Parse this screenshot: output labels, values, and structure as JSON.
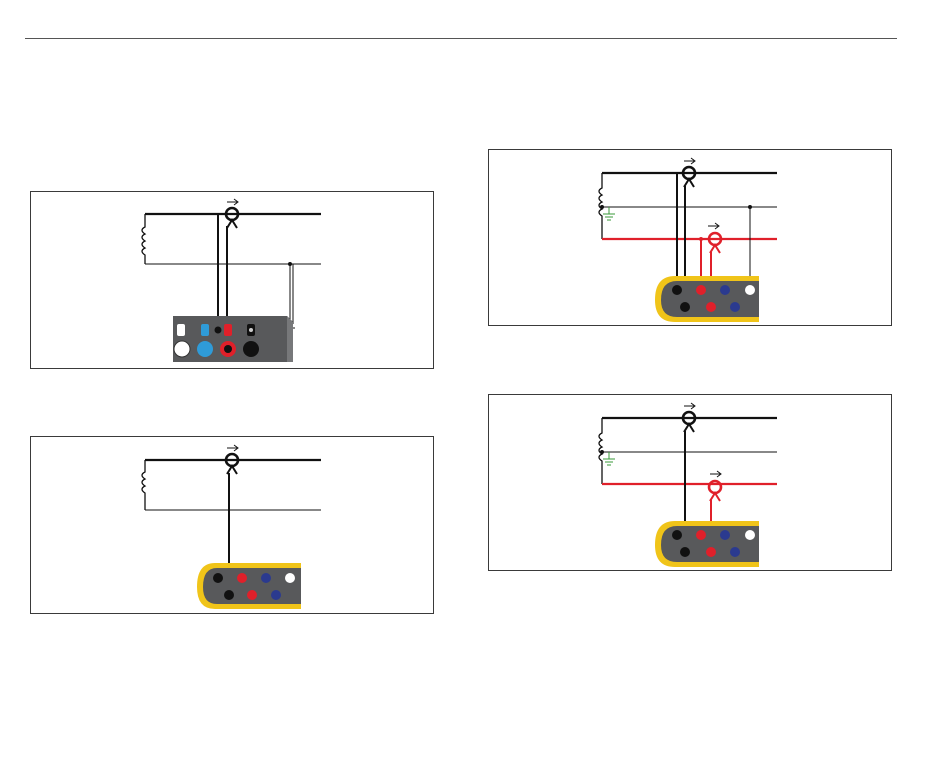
{
  "colors": {
    "wire": "#111111",
    "red": "#e0202a",
    "blue": "#2f9bd8",
    "navy": "#2b3a8f",
    "yellow": "#f0c419",
    "device_gray": "#58595b",
    "ground_green": "#3a9a3a"
  },
  "diagrams": [
    {
      "id": "single-phase-legacy",
      "device": "legacy-meter",
      "icon": "single-phase-wiring-diagram"
    },
    {
      "id": "single-phase",
      "device": "fluke-logger",
      "icon": "single-phase-wiring-diagram"
    },
    {
      "id": "split-phase",
      "device": "fluke-logger",
      "icon": "split-phase-wiring-diagram"
    },
    {
      "id": "two-element-delta",
      "device": "fluke-logger",
      "icon": "two-element-wiring-diagram"
    }
  ]
}
